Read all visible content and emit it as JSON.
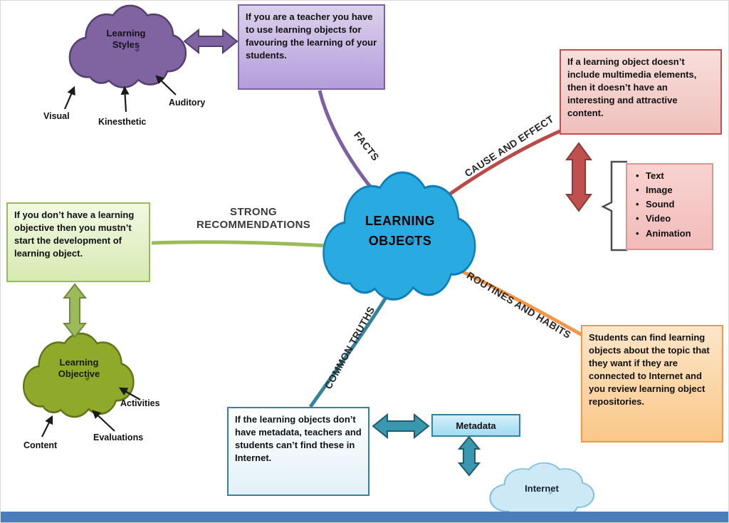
{
  "center_cloud": {
    "label": "LEARNING OBJECTS",
    "color": "#29abe2"
  },
  "branches": {
    "facts": {
      "label": "FACTS",
      "color": "#7e5fa4"
    },
    "cause_and_effect": {
      "label": "CAUSE AND EFFECT",
      "color": "#b94a48"
    },
    "strong_recommendations": {
      "label": "STRONG RECOMMENDATIONS",
      "color": "#9bbb59"
    },
    "routines_and_habits": {
      "label": "ROUTINES AND HABITS",
      "color": "#f79646"
    },
    "common_truths": {
      "label": "COMMON TRUTHS",
      "color": "#31849b"
    }
  },
  "clouds": {
    "learning_styles": {
      "label": "Learning Styles",
      "color": "#8064a2"
    },
    "learning_objective": {
      "label": "Learning Objective",
      "color": "#8faa2b"
    },
    "internet": {
      "label": "Internet",
      "color": "#cde9f6"
    }
  },
  "notes": {
    "teacher": {
      "text": "If you are a teacher you have to use learning objects for favouring the learning of your students.",
      "accent": "#8064a2"
    },
    "multimedia": {
      "text": "If a learning object doesn’t include multimedia elements, then it doesn’t have an interesting and attractive content.",
      "accent": "#c0504d"
    },
    "objective": {
      "text": "If you don’t have a learning objective then you mustn’t start the development of learning object.",
      "accent": "#9bbb59"
    },
    "repositories": {
      "text": "Students can find learning objects about the topic that they want if they are connected to Internet and you review learning object repositories.",
      "accent": "#f79646"
    },
    "metadata": {
      "text": "If the learning objects don’t have metadata, teachers and students can’t find these in Internet.",
      "accent": "#31849b"
    }
  },
  "media_list": {
    "items": [
      "Text",
      "Image",
      "Sound",
      "Video",
      "Animation"
    ]
  },
  "style_types": {
    "visual": "Visual",
    "kinesthetic": "Kinesthetic",
    "auditory": "Auditory"
  },
  "objective_parts": {
    "activities": "Activities",
    "evaluations": "Evaluations",
    "content": "Content"
  },
  "metadata_box": {
    "label": "Metadata"
  },
  "footer": {
    "bar_color": "#4a7ebb"
  }
}
